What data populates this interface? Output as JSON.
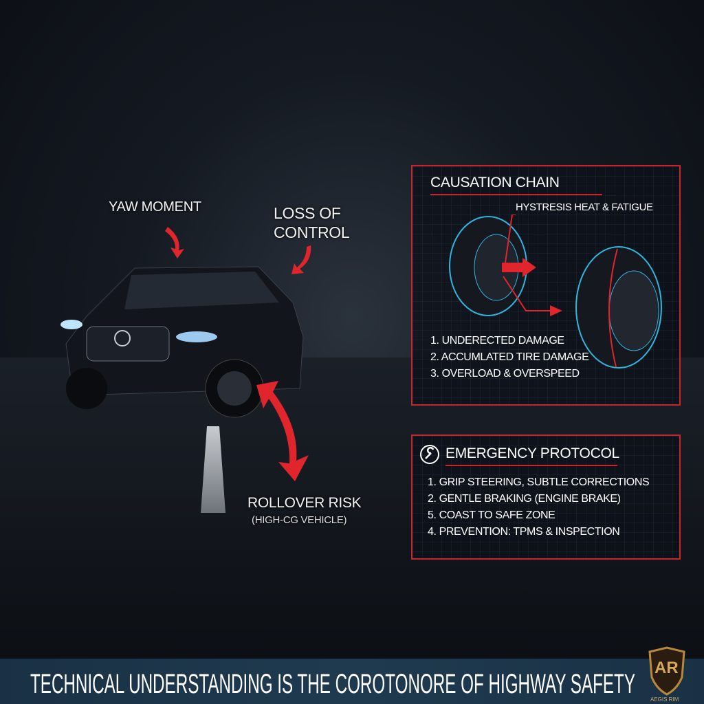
{
  "labels": {
    "yaw": "YAW MOMENT",
    "loss": "LOSS OF\nCONTROL",
    "loss_line1": "LOSS OF",
    "loss_line2": "CONTROL",
    "rollover": "ROLLOVER RISK",
    "rollover_sub": "(HIGH-CG VEHICLE)"
  },
  "causation": {
    "title": "CAUSATION CHAIN",
    "callout": "HYSTRESIS HEAT & FATIGUE",
    "items": [
      "1. UNDERECTED DAMAGE",
      "2. ACCUMLATED TIRE DAMAGE",
      "3. OVERLOAD & OVERSPEED"
    ]
  },
  "emergency": {
    "title": "EMERGENCY PROTOCOL",
    "icon": "wrench-icon",
    "items": [
      "1. GRIP STEERING, SUBTLE CORRECTIONS",
      "2. GENTLE BRAKING (ENGINE BRAKE)",
      "5. COAST TO SAFE ZONE",
      "4. PREVENTION: TPMS & INSPECTION"
    ]
  },
  "banner": {
    "text": "TECHNICAL UNDERSTANDING IS THE COROTONORE OF HIGHWAY SAFETY"
  },
  "logo": {
    "letters": "AR",
    "name": "AEGIS RIM"
  },
  "colors": {
    "accent": "#c8242a",
    "tire_outline": "#2fb6e0",
    "banner": "#1c3448",
    "logo_gold": "#b8893a"
  }
}
